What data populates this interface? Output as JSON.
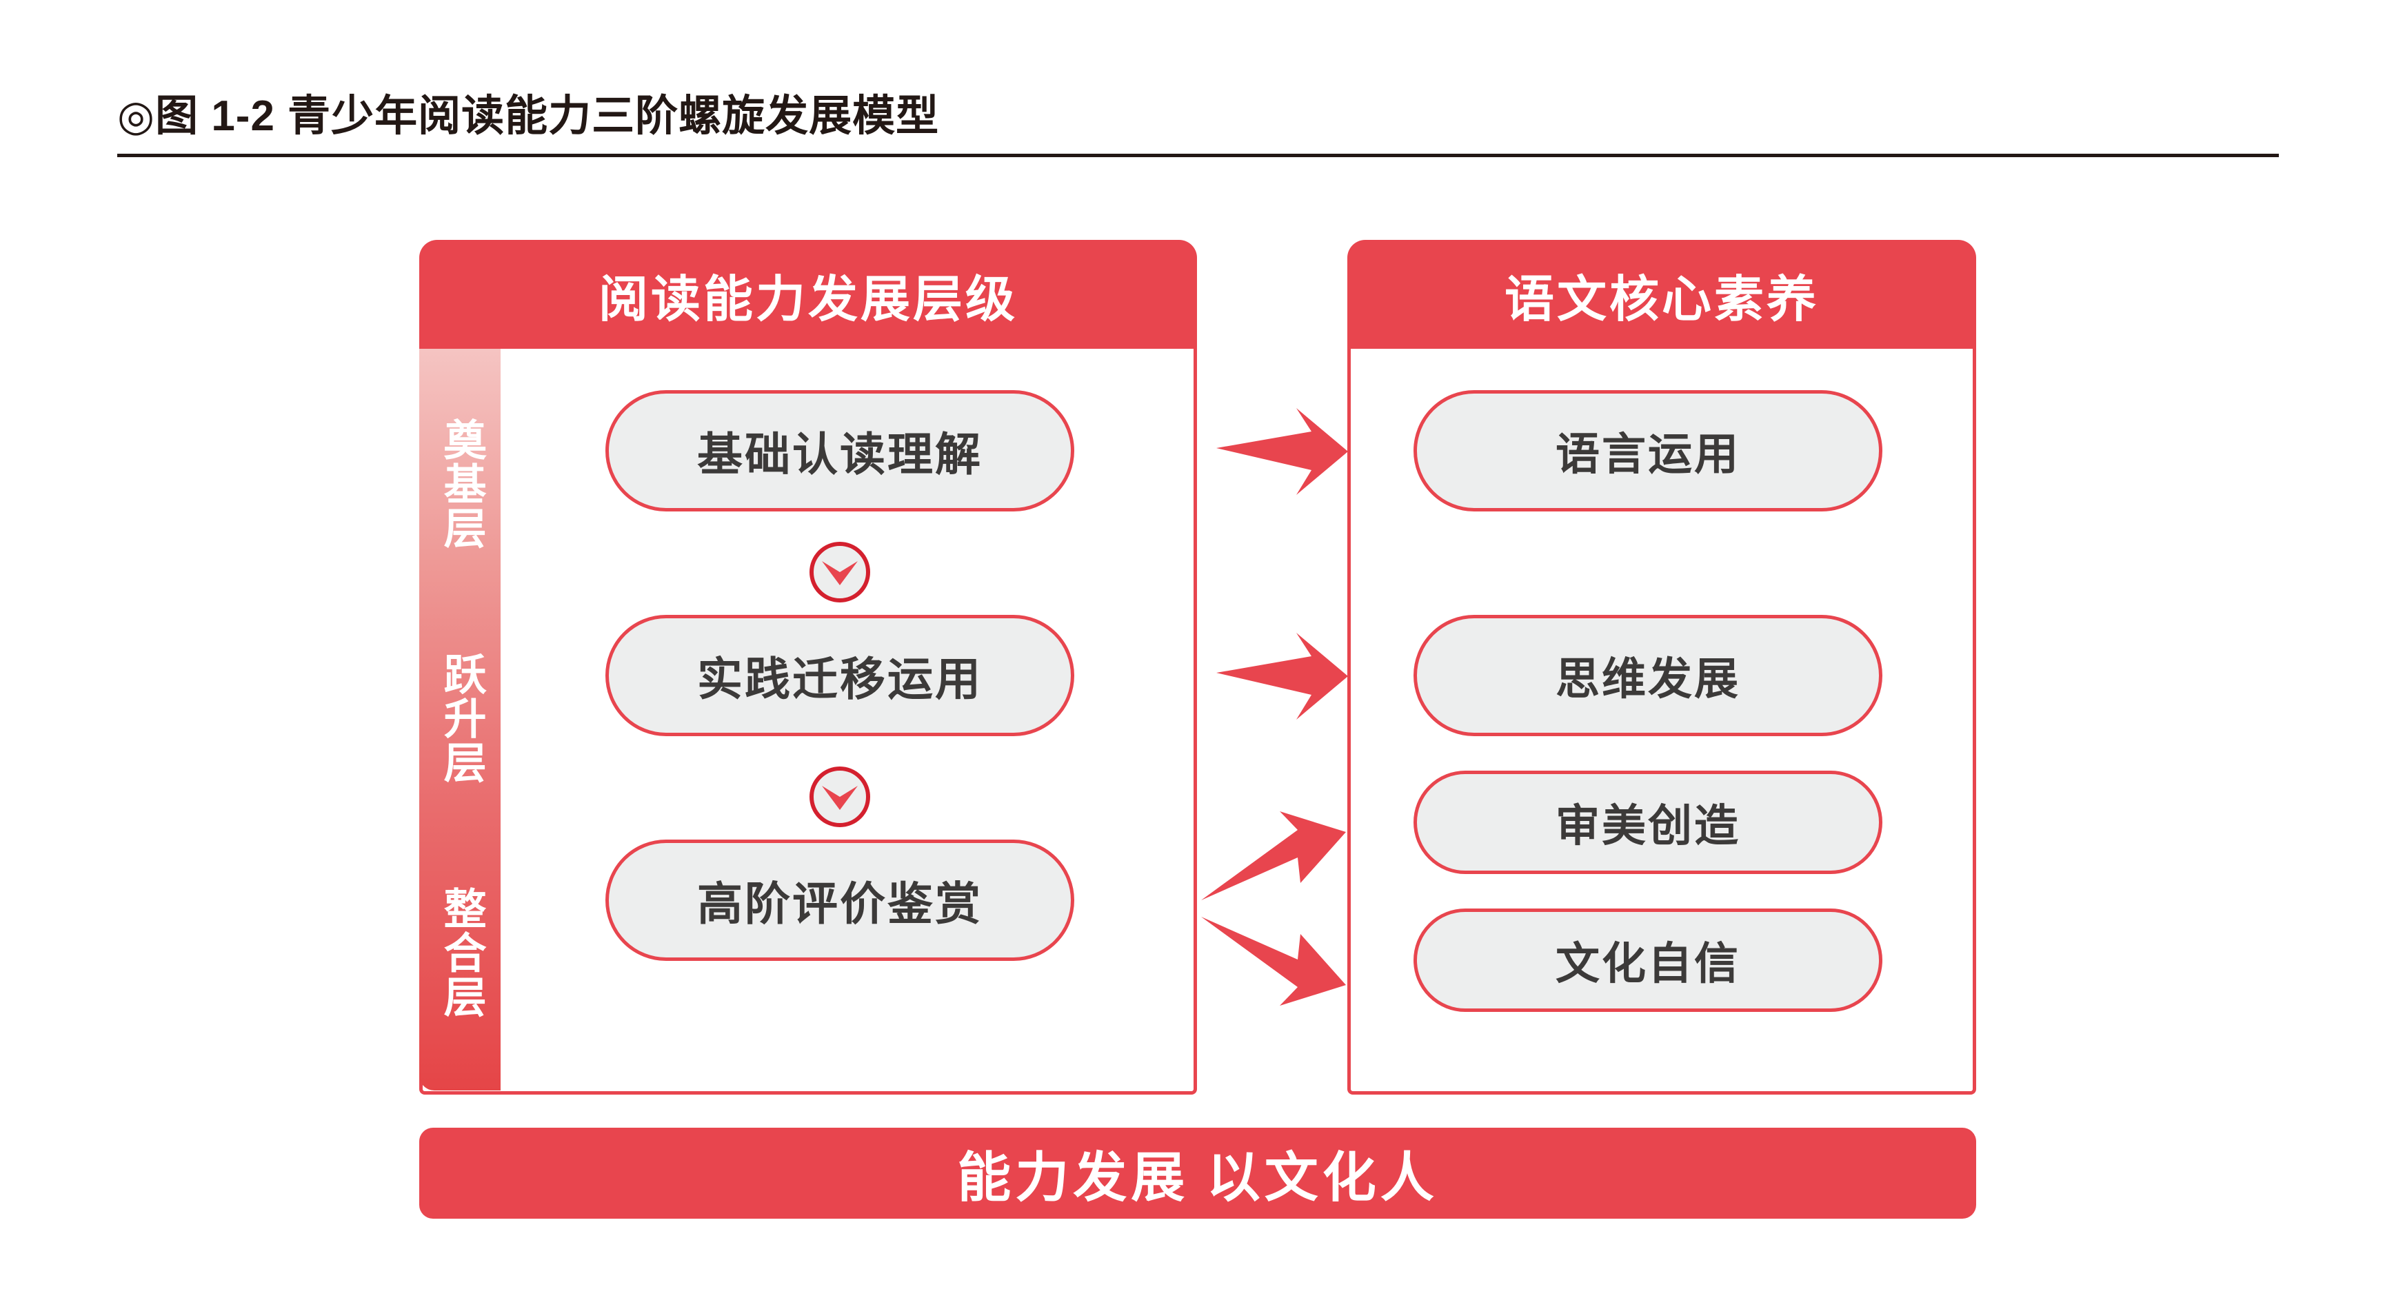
{
  "figure": {
    "title": "◎图 1-2  青少年阅读能力三阶螺旋发展模型",
    "accent_color": "#E8454E",
    "accent_dark_color": "#D4202E",
    "pill_fill_color": "#EDEEEE",
    "pill_text_color": "#3C3A39",
    "title_color": "#231815"
  },
  "left_panel": {
    "header": "阅读能力发展层级",
    "stages": [
      {
        "label": "奠基层"
      },
      {
        "label": "跃升层"
      },
      {
        "label": "整合层"
      }
    ],
    "steps": [
      {
        "label": "基础认读理解"
      },
      {
        "label": "实践迁移运用"
      },
      {
        "label": "高阶评价鉴赏"
      }
    ],
    "connectors": [
      {
        "icon": "chevron-down-icon"
      },
      {
        "icon": "chevron-down-icon"
      }
    ]
  },
  "right_panel": {
    "header": "语文核心素养",
    "items": [
      {
        "label": "语言运用"
      },
      {
        "label": "思维发展"
      },
      {
        "label": "审美创造"
      },
      {
        "label": "文化自信"
      }
    ]
  },
  "connections": [
    {
      "from": "基础认读理解",
      "to": "语言运用",
      "style": "straight-right-arrow"
    },
    {
      "from": "实践迁移运用",
      "to": "思维发展",
      "style": "straight-right-arrow"
    },
    {
      "from": "高阶评价鉴赏",
      "to": "审美创造",
      "style": "diagonal-up-right-arrow"
    },
    {
      "from": "高阶评价鉴赏",
      "to": "文化自信",
      "style": "diagonal-down-right-arrow"
    }
  ],
  "banner": {
    "text": "能力发展  以文化人"
  }
}
